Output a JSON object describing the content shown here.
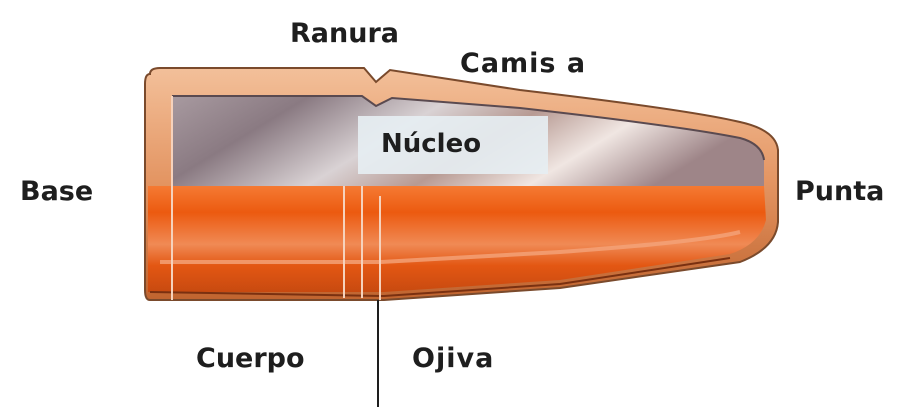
{
  "labels": {
    "ranura": "Ranura",
    "camisa": "Camis a",
    "nucleo": "Núcleo",
    "base": "Base",
    "punta": "Punta",
    "cuerpo": "Cuerpo",
    "ojiva": "Ojiva"
  },
  "colors": {
    "jacket_copper": "#e08a52",
    "jacket_highlight": "#f6c9a6",
    "core_lead": "#9a8a90",
    "lower_orange": "#ee5a12",
    "nucleo_box": "#e6eef2",
    "outline": "#6a3a22"
  }
}
